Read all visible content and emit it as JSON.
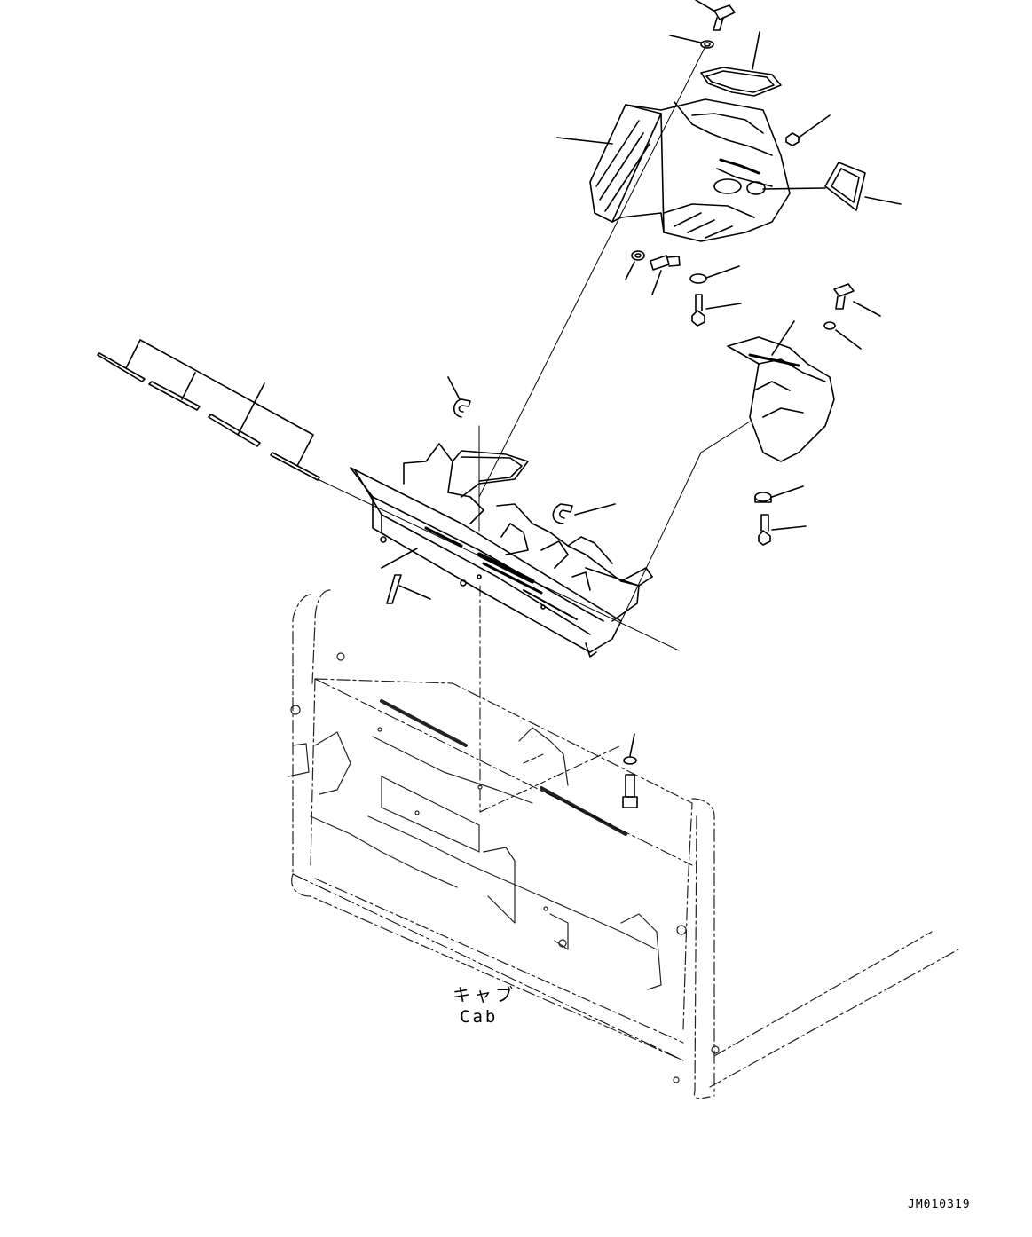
{
  "labels": {
    "cab_jp": "キャブ",
    "cab_en": "Cab",
    "drawing_code": "JM010319"
  },
  "colors": {
    "line": "#000000",
    "ghost_line": "#777777",
    "background": "#ffffff"
  }
}
